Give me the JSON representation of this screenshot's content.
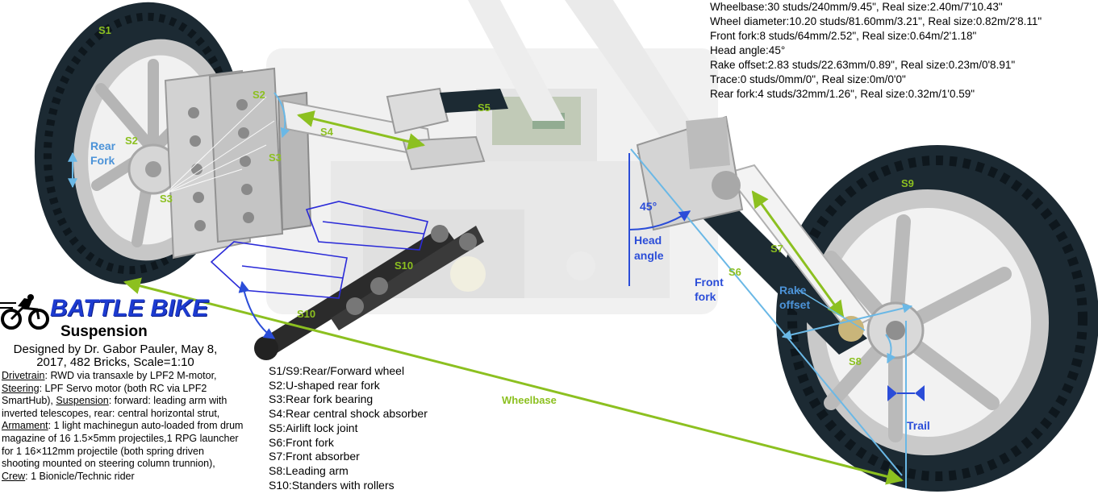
{
  "specs": [
    "Wheelbase:30 studs/240mm/9.45\", Real size:2.40m/7'10.43\"",
    "Wheel diameter:10.20 studs/81.60mm/3.21\", Real size:0.82m/2'8.11\"",
    "Front fork:8 studs/64mm/2.52\", Real size:0.64m/2'1.18\"",
    "Head angle:45°",
    "Rake offset:2.83 studs/22.63mm/0.89\", Real size:0.23m/0'8.91\"",
    "Trace:0 studs/0mm/0\", Real size:0m/0'0\"",
    "Rear fork:4 studs/32mm/1.26\", Real size:0.32m/1'0.59\""
  ],
  "logo": {
    "title": "BATTLE BIKE",
    "subtitle": "Suspension",
    "icon": "motorcycle-rider-icon"
  },
  "credits": "Designed by Dr. Gabor Pauler, May 8, 2017, 482 Bricks, Scale=1:10",
  "description": [
    {
      "k": "Drivetrain",
      "v": ": RWD via transaxle by LPF2 M-motor, "
    },
    {
      "k": "Steering",
      "v": ": LPF Servo motor (both RC via LPF2 SmartHub), "
    },
    {
      "k": "Suspension",
      "v": ": forward: leading arm with inverted telescopes, rear: central horizontal strut, "
    },
    {
      "k": "Armament",
      "v": ": 1 light machinegun auto-loaded from drum magazine of 16 1.5×5mm projectiles,1 RPG launcher for 1 16×112mm projectile (both spring driven shooting mounted on steering column trunnion), "
    },
    {
      "k": "Crew",
      "v": ": 1 Bionicle/Technic rider"
    }
  ],
  "legend": [
    "S1/S9:Rear/Forward wheel",
    "S2:U-shaped rear fork",
    "S3:Rear fork bearing",
    "S4:Rear central shock absorber",
    "S5:Airlift lock joint",
    "S6:Front fork",
    "S7:Front absorber",
    "S8:Leading arm",
    "S10:Standers with rollers"
  ],
  "labels": {
    "s1": "S1",
    "s2a": "S2",
    "s2b": "S2",
    "s3a": "S3",
    "s3b": "S3",
    "s4": "S4",
    "s5": "S5",
    "s6": "S6",
    "s7": "S7",
    "s8": "S8",
    "s9": "S9",
    "s10a": "S10",
    "s10b": "S10",
    "rear_fork_1": "Rear",
    "rear_fork_2": "Fork",
    "head_angle_value": "45°",
    "head_angle_1": "Head",
    "head_angle_2": "angle",
    "front_fork_1": "Front",
    "front_fork_2": "fork",
    "rake_1": "Rake",
    "rake_2": "offset",
    "wheelbase": "Wheelbase",
    "trail": "Trail"
  },
  "colors": {
    "tire": "#1c2a33",
    "green_label": "#8cc020",
    "blue_label": "#2b4dd8",
    "dim_line": "#6ab8e6",
    "brand_blue": "#1d3bd0"
  }
}
